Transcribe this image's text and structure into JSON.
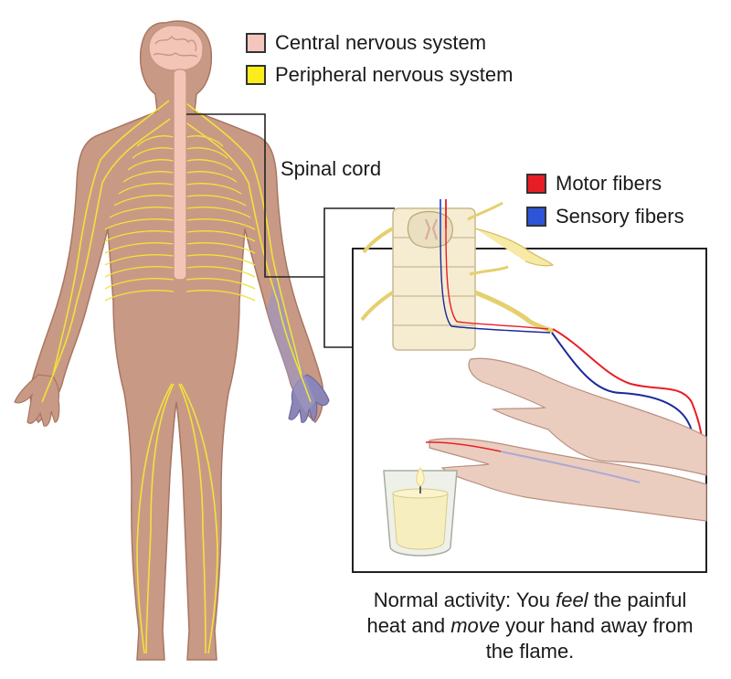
{
  "legend_top": [
    {
      "label": "Central nervous system",
      "color": "#f4c6bd"
    },
    {
      "label": "Peripheral nervous system",
      "color": "#fbed1c"
    }
  ],
  "legend_fibers": [
    {
      "label": "Motor fibers",
      "color": "#e81e26"
    },
    {
      "label": "Sensory fibers",
      "color": "#2d55d8"
    }
  ],
  "labels": {
    "spinal_cord": "Spinal cord"
  },
  "caption": {
    "part1": "Normal activity: You ",
    "feel": "feel",
    "part2": " the painful heat and ",
    "move": "move",
    "part3": " your hand away from the flame."
  },
  "colors": {
    "skin": "#c89a86",
    "skin_dark": "#b5836e",
    "nerve": "#f1e23a",
    "spinal": "#f2c5b7",
    "motor": "#e81e26",
    "sensory": "#1b2a9c",
    "leader_line": "#222222"
  }
}
